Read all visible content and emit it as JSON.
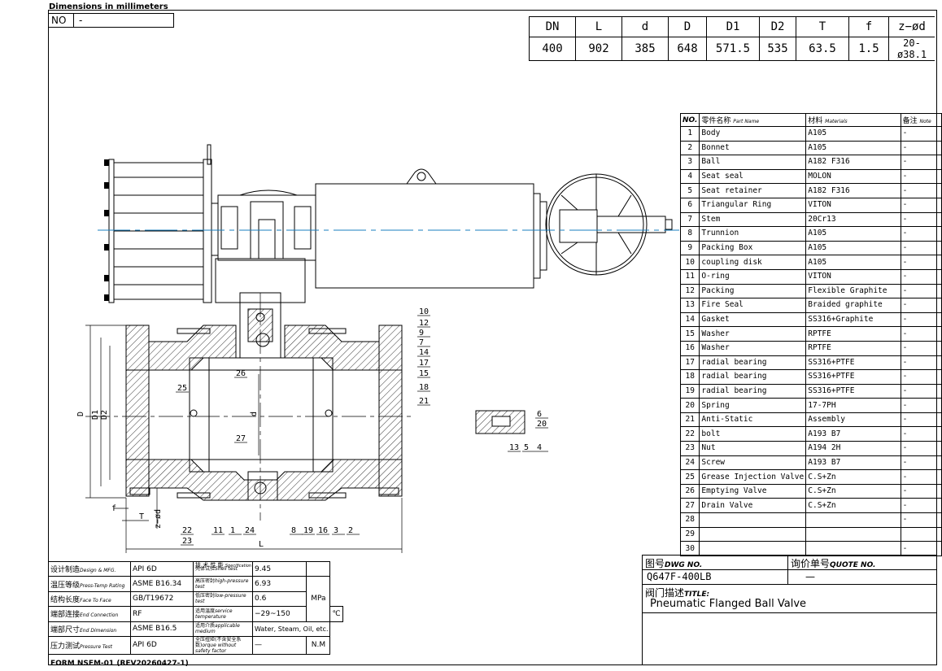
{
  "header": {
    "title": "Dimensions in millimeters",
    "no_label": "NO",
    "no_value": "-"
  },
  "dimensions": {
    "headers": [
      "DN",
      "L",
      "d",
      "D",
      "D1",
      "D2",
      "T",
      "f",
      "z−ød"
    ],
    "values": [
      "400",
      "902",
      "385",
      "648",
      "571.5",
      "535",
      "63.5",
      "1.5",
      "20-ø38.1"
    ]
  },
  "parts_table": {
    "headers": {
      "no": "NO.",
      "name_cn": "零件名称",
      "name_en": "Part Name",
      "material_cn": "材料",
      "material_en": "Materials",
      "note_cn": "备注",
      "note_en": "Note"
    },
    "rows": [
      [
        "1",
        "Body",
        "A105",
        "-"
      ],
      [
        "2",
        "Bonnet",
        "A105",
        "-"
      ],
      [
        "3",
        "Ball",
        "A182 F316",
        "-"
      ],
      [
        "4",
        "Seat seal",
        "MOLON",
        "-"
      ],
      [
        "5",
        "Seat retainer",
        "A182 F316",
        "-"
      ],
      [
        "6",
        "Triangular Ring",
        "VITON",
        "-"
      ],
      [
        "7",
        "Stem",
        "20Cr13",
        "-"
      ],
      [
        "8",
        "Trunnion",
        "A105",
        "-"
      ],
      [
        "9",
        "Packing Box",
        "A105",
        "-"
      ],
      [
        "10",
        "coupling disk",
        "A105",
        "-"
      ],
      [
        "11",
        "O-ring",
        "VITON",
        "-"
      ],
      [
        "12",
        "Packing",
        "Flexible Graphite",
        "-"
      ],
      [
        "13",
        "Fire Seal",
        "Braided graphite",
        "-"
      ],
      [
        "14",
        "Gasket",
        "SS316+Graphite",
        "-"
      ],
      [
        "15",
        "Washer",
        "RPTFE",
        "-"
      ],
      [
        "16",
        "Washer",
        "RPTFE",
        "-"
      ],
      [
        "17",
        "radial bearing",
        "SS316+PTFE",
        "-"
      ],
      [
        "18",
        "radial bearing",
        "SS316+PTFE",
        "-"
      ],
      [
        "19",
        "radial bearing",
        "SS316+PTFE",
        "-"
      ],
      [
        "20",
        "Spring",
        "17-7PH",
        "-"
      ],
      [
        "21",
        "Anti-Static",
        "Assembly",
        "-"
      ],
      [
        "22",
        "bolt",
        "A193 B7",
        "-"
      ],
      [
        "23",
        "Nut",
        "A194 2H",
        "-"
      ],
      [
        "24",
        "Screw",
        "A193 B7",
        "-"
      ],
      [
        "25",
        "Grease Injection Valve",
        "C.S+Zn",
        "-"
      ],
      [
        "26",
        "Emptying Valve",
        "C.S+Zn",
        "-"
      ],
      [
        "27",
        "Drain Valve",
        "C.S+Zn",
        "-"
      ],
      [
        "28",
        "",
        "",
        "-"
      ],
      [
        "29",
        "",
        "",
        ""
      ],
      [
        "30",
        "",
        "",
        "-"
      ]
    ]
  },
  "title_block": {
    "dwg_cn": "图号",
    "dwg_en": "DWG NO.",
    "quote_cn": "询价单号",
    "quote_en": "QUOTE NO.",
    "dwg_value": "Q647F-400LB",
    "quote_value": "—",
    "title_cn": "阀门描述",
    "title_en": "TITLE:",
    "title_value": "Pneumatic Flanged Ball Valve"
  },
  "spec_block": {
    "rows": [
      {
        "label_cn": "设计制造",
        "label_en": "Design & MFG.",
        "value": "API 6D"
      },
      {
        "label_cn": "温压等级",
        "label_en": "Press-Temp Rating",
        "value": "ASME B16.34"
      },
      {
        "label_cn": "结构长度",
        "label_en": "Face To Face",
        "value": "GB/T19672"
      },
      {
        "label_cn": "端部连接",
        "label_en": "End Connection",
        "value": "RF"
      },
      {
        "label_cn": "端部尺寸",
        "label_en": "End Dimension",
        "value": "ASME B16.5"
      },
      {
        "label_cn": "压力测试",
        "label_en": "Pressure Test",
        "value": "API 6D"
      }
    ],
    "tech_title_cn": "技 术 性 能",
    "tech_title_en": "Specification",
    "tech_rows": [
      {
        "label_cn": "壳体试验",
        "label_en": "Shell test",
        "value": "9.45"
      },
      {
        "label_cn": "高压密封",
        "label_en": "high-pressure test",
        "value": "6.93"
      },
      {
        "label_cn": "低压密封",
        "label_en": "low-pressure test",
        "value": "0.6"
      },
      {
        "label_cn": "适用温度",
        "label_en": "service temperature",
        "value": "−29~150"
      },
      {
        "label_cn": "适用介质",
        "label_en": "applicable medium",
        "value": "Water, Steam, Oil, etc."
      },
      {
        "label_cn": "全压扭矩(不含安全系数)",
        "label_en": "orque without safety factor",
        "value": "—"
      }
    ],
    "unit_mpa": "MPa",
    "unit_c": "℃",
    "unit_nm": "N.M"
  },
  "footer": {
    "form": "FORM NSFM-01 (REV20260427-1)"
  },
  "drawing": {
    "balloons": [
      "10",
      "12",
      "9",
      "7",
      "14",
      "17",
      "15",
      "18",
      "21",
      "26",
      "25",
      "27",
      "11",
      "1",
      "24",
      "8",
      "19",
      "16",
      "3",
      "2",
      "22",
      "23",
      "6",
      "20",
      "13",
      "5",
      "4"
    ],
    "dim_labels": {
      "D": "D",
      "D1": "D1",
      "D2": "D2",
      "d": "d",
      "L": "L",
      "T": "T",
      "f": "f",
      "zd": "z−ød"
    }
  }
}
